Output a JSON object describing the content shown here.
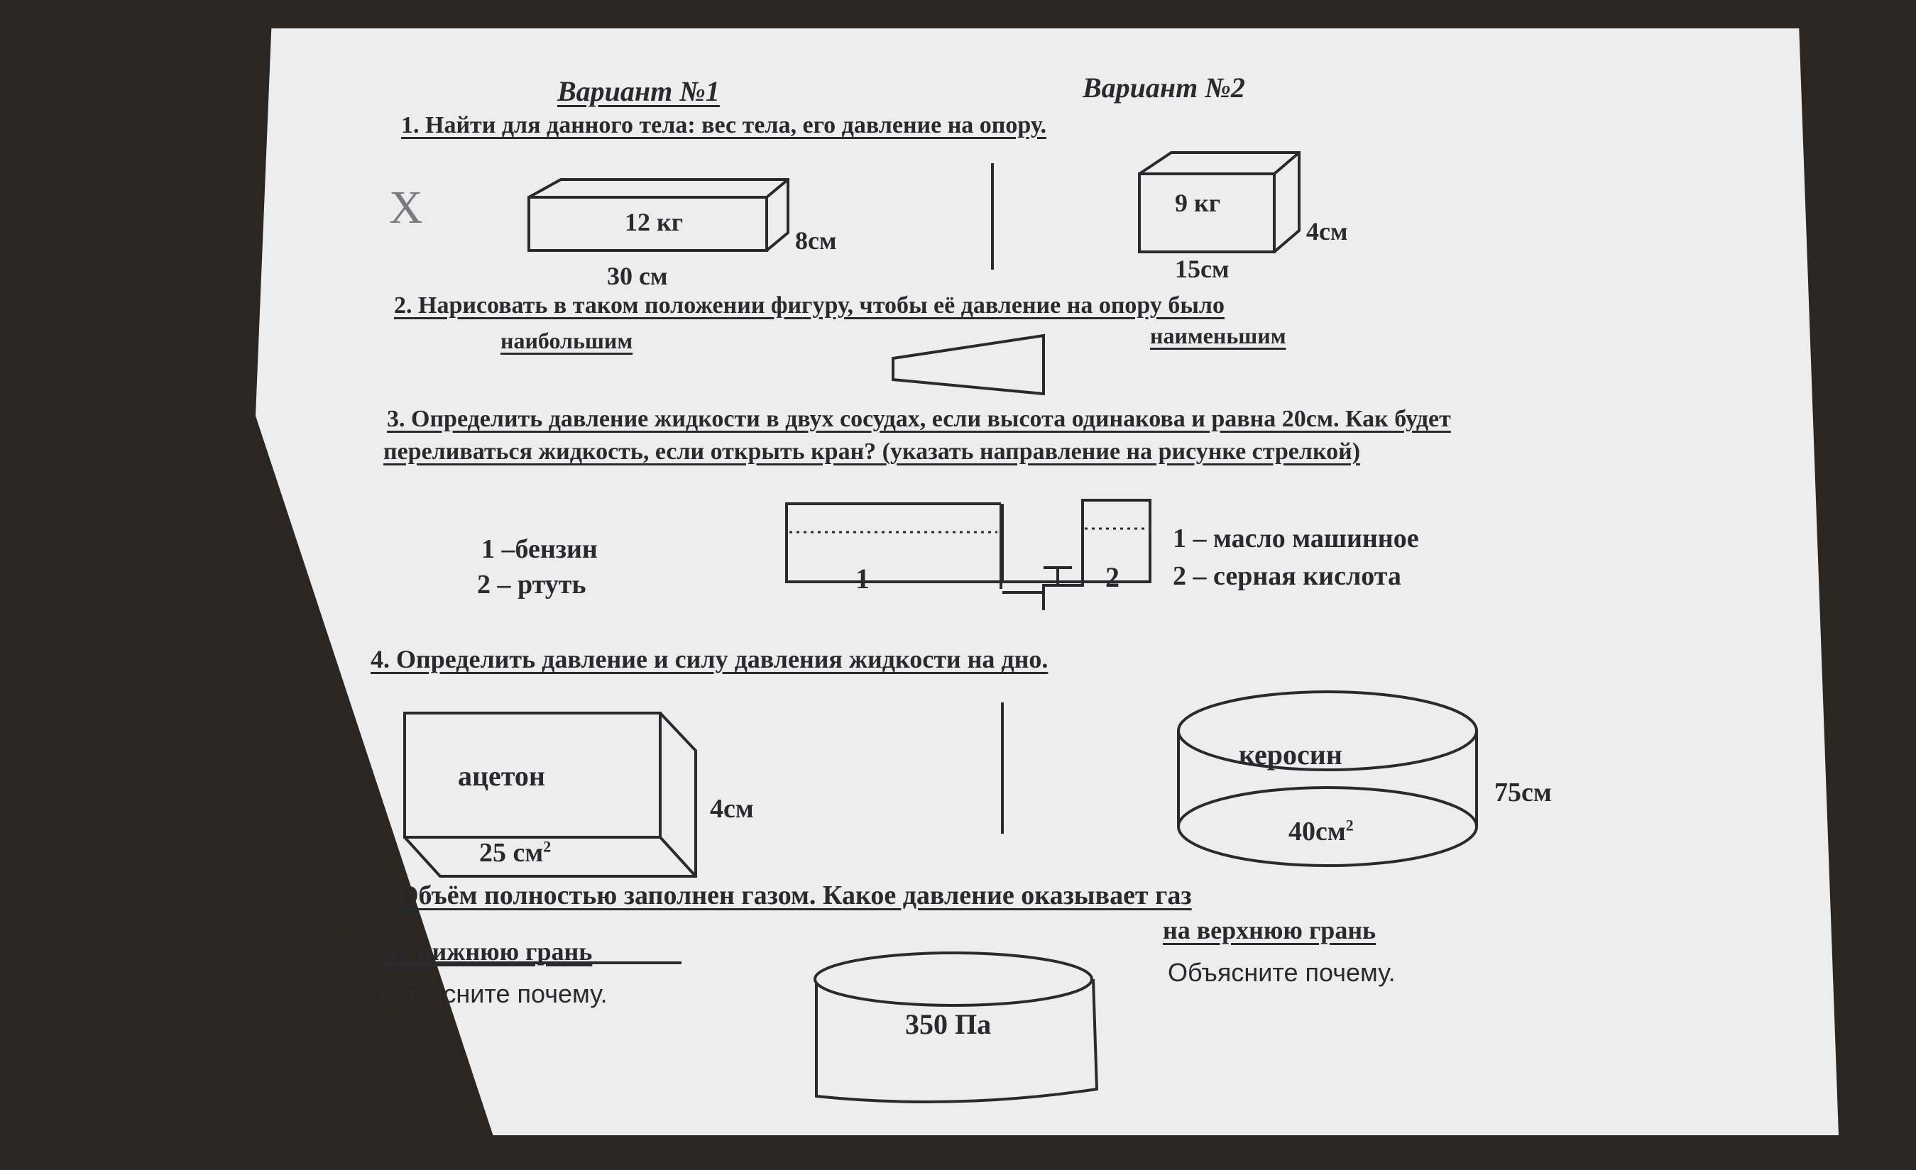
{
  "variants": {
    "v1": "Вариант №1",
    "v2": "Вариант №2"
  },
  "task1": {
    "title": "1. Найти для данного тела: вес тела, его давление на опору.",
    "mark": "X",
    "v1": {
      "mass": "12 кг",
      "height": "8см",
      "length": "30 см"
    },
    "v2": {
      "mass": "9 кг",
      "height": "4см",
      "length": "15см"
    }
  },
  "task2": {
    "title": "2. Нарисовать в таком положении фигуру, чтобы её давление на опору было",
    "v1": "наибольшим",
    "v2": "наименьшим"
  },
  "task3": {
    "title_line1": "3. Определить давление жидкости в двух сосудах, если высота одинакова и равна 20см. Как будет",
    "title_line2": "переливаться жидкость, если открыть кран? (указать направление на рисунке стрелкой)",
    "v1": {
      "liquid1": "1 –бензин",
      "liquid2": "2 – ртуть"
    },
    "v2": {
      "liquid1": "1 – масло машинное",
      "liquid2": "2 – серная кислота"
    },
    "vessel1": "1",
    "vessel2": "2"
  },
  "task4": {
    "title": "4. Определить давление и силу давления жидкости на дно.",
    "v1": {
      "liquid": "ацетон",
      "area": "25 см",
      "area_exp": "2",
      "height": "4см"
    },
    "v2": {
      "liquid": "керосин",
      "area": "40см",
      "area_exp": "2",
      "height": "75см"
    }
  },
  "task5": {
    "number": "5.",
    "title": "Объём полностью заполнен газом. Какое давление оказывает газ",
    "v1": "на нижнюю грань",
    "v2": "на верхнюю грань",
    "explain1": "Объясните почему.",
    "explain2": "Объясните почему.",
    "pressure": "350 Па"
  }
}
